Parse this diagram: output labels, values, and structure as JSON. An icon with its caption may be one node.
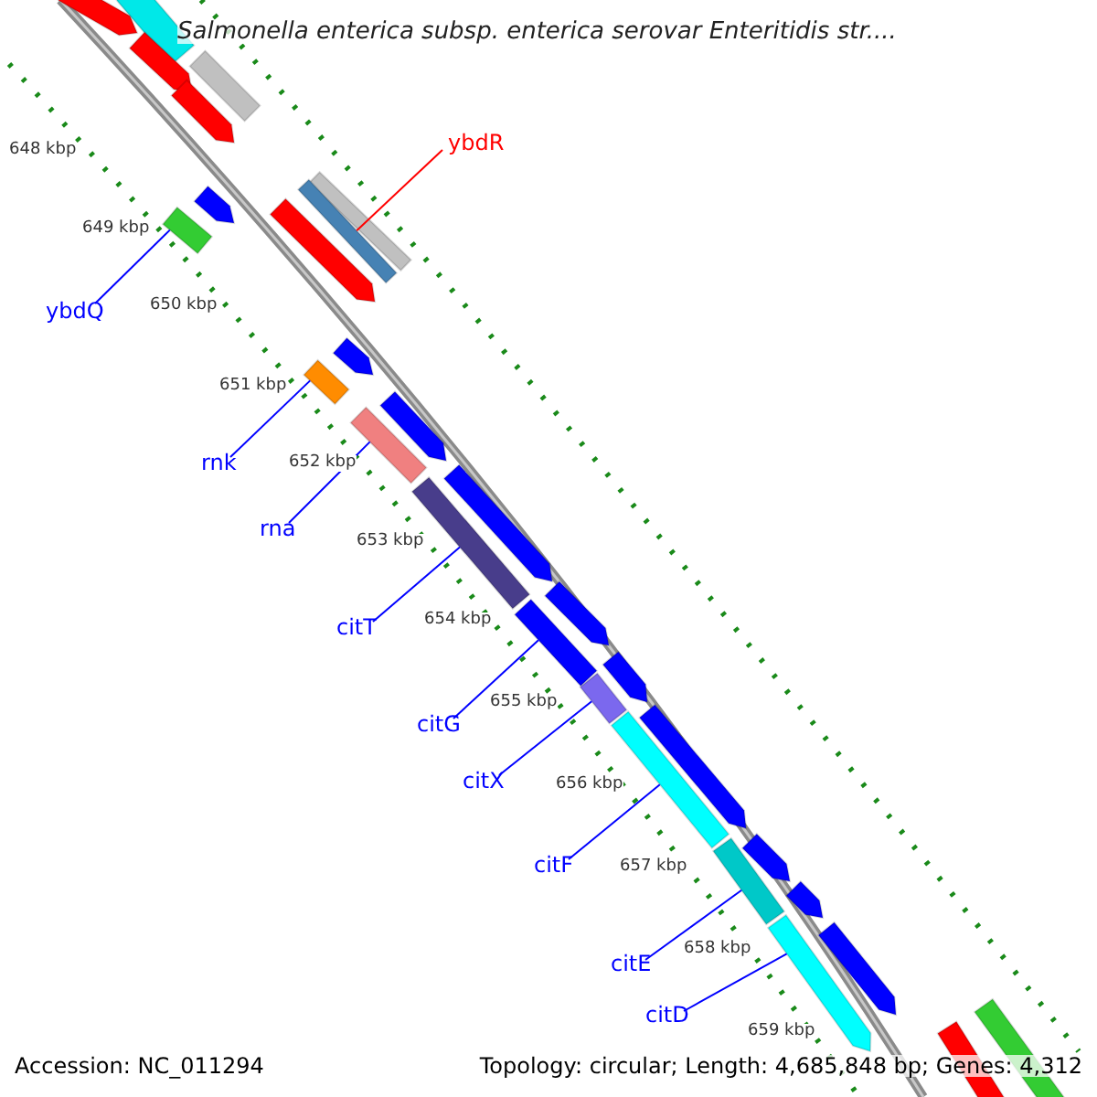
{
  "diagram": {
    "title": "Salmonella enterica subsp. enterica serovar Enteritidis str....",
    "nodes": [
      {
        "text": [
          "ybdR"
        ]
      },
      {
        "text": [],
        "shape": "bar"
      },
      {
        "text": [
          "ybdQ"
        ]
      },
      {
        "text": [],
        "shape": "bar"
      },
      {
        "text": [
          "rnk"
        ]
      },
      {
        "text": [],
        "shape": "bar"
      },
      {
        "text": [
          "rna"
        ]
      },
      {
        "text": [],
        "shape": "bar"
      },
      {
        "text": [
          "citT"
        ]
      },
      {
        "text": [],
        "shape": "bar"
      },
      {
        "text": [
          "citG"
        ]
      },
      {
        "text": [],
        "shape": "bar"
      },
      {
        "text": [
          "citX"
        ]
      },
      {
        "text": [],
        "shape": "bar"
      },
      {
        "text": [
          "citF"
        ]
      },
      {
        "text": [],
        "shape": "bar"
      },
      {
        "text": [
          "citE"
        ]
      },
      {
        "text": [],
        "shape": "bar"
      },
      {
        "text": [
          "citD"
        ]
      },
      {
        "text": [],
        "shape": "bar"
      }
    ],
    "edges": [
      {
        "from": 0,
        "to": 1,
        "arrow": "none",
        "color": "#ff0000"
      },
      {
        "from": 2,
        "to": 3,
        "arrow": "none"
      },
      {
        "from": 4,
        "to": 5,
        "arrow": "none"
      },
      {
        "from": 6,
        "to": 7,
        "arrow": "none"
      },
      {
        "from": 8,
        "to": 9,
        "arrow": "none"
      },
      {
        "from": 10,
        "to": 11,
        "arrow": "none"
      },
      {
        "from": 12,
        "to": 13,
        "arrow": "none"
      },
      {
        "from": 14,
        "to": 15,
        "arrow": "none"
      },
      {
        "from": 16,
        "to": 17,
        "arrow": "none"
      },
      {
        "from": 18,
        "to": 19,
        "arrow": "none"
      }
    ],
    "labels": [
      "648 kbp",
      "649 kbp",
      "650 kbp",
      "651 kbp",
      "652 kbp",
      "653 kbp",
      "654 kbp",
      "655 kbp",
      "656 kbp",
      "657 kbp",
      "658 kbp",
      "659 kbp",
      "Accession: NC_011294",
      "Topology: circular; Length: 4,685,848 bp; Genes: 4,312"
    ]
  }
}
